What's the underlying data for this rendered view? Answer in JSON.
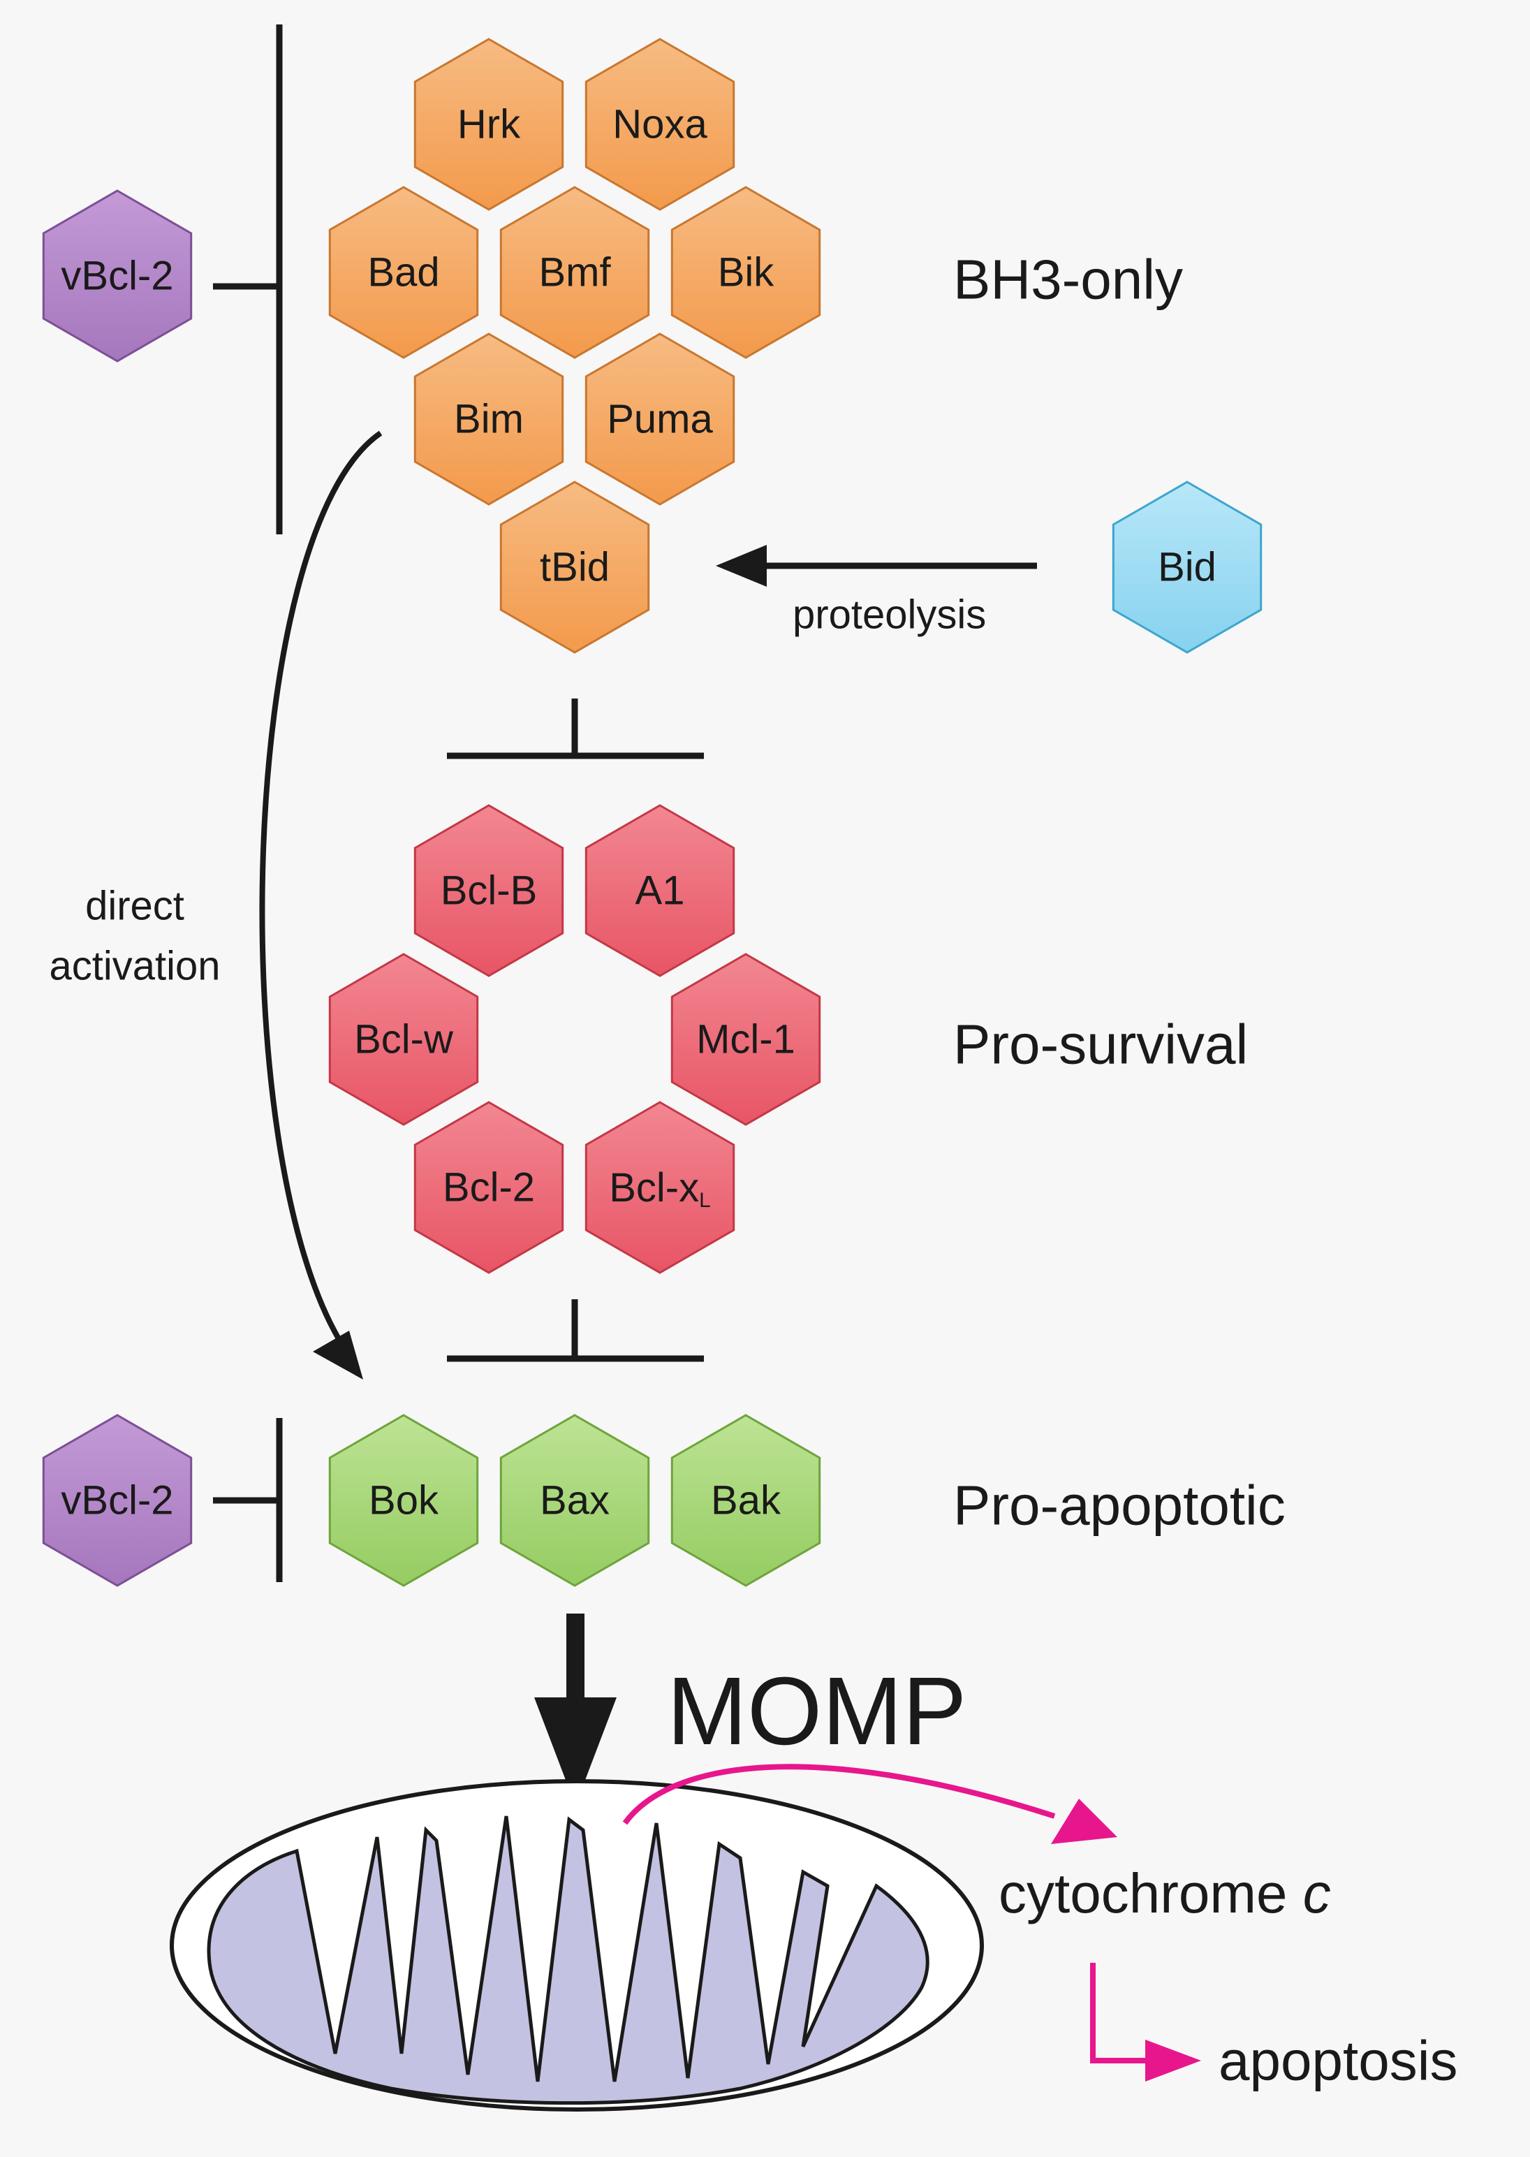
{
  "colors": {
    "bh3_fill": "#f5a862",
    "bh3_stroke": "#c8772f",
    "survival_fill": "#ee6b78",
    "survival_stroke": "#c33846",
    "apoptotic_fill": "#a6d876",
    "apoptotic_stroke": "#6ea43b",
    "vbcl_fill": "#b387c9",
    "vbcl_stroke": "#7d4f96",
    "bid_fill": "#9edcf3",
    "bid_stroke": "#3ba6cf",
    "mito_fill": "#c3c2e2",
    "release_arrow": "#e8168c",
    "line": "#1a1a1a"
  },
  "groups": {
    "bh3_only": "BH3-only",
    "pro_survival": "Pro-survival",
    "pro_apoptotic": "Pro-apoptotic"
  },
  "proteins": {
    "bh3": {
      "hrk": "Hrk",
      "noxa": "Noxa",
      "bad": "Bad",
      "bmf": "Bmf",
      "bik": "Bik",
      "bim": "Bim",
      "puma": "Puma",
      "tbid": "tBid"
    },
    "survival": {
      "bclb": "Bcl-B",
      "a1": "A1",
      "bclw": "Bcl-w",
      "mcl1": "Mcl-1",
      "bcl2": "Bcl-2",
      "bclxl": "Bcl-x",
      "bclxl_sub": "L"
    },
    "apoptotic": {
      "bok": "Bok",
      "bax": "Bax",
      "bak": "Bak"
    },
    "vbcl2_top": "vBcl-2",
    "vbcl2_bottom": "vBcl-2",
    "bid": "Bid"
  },
  "labels": {
    "proteolysis": "proteolysis",
    "direct": "direct",
    "activation": "activation",
    "momp": "MOMP",
    "cytochrome": "cytochrome ",
    "cytochrome_c": "c",
    "apoptosis": "apoptosis"
  }
}
